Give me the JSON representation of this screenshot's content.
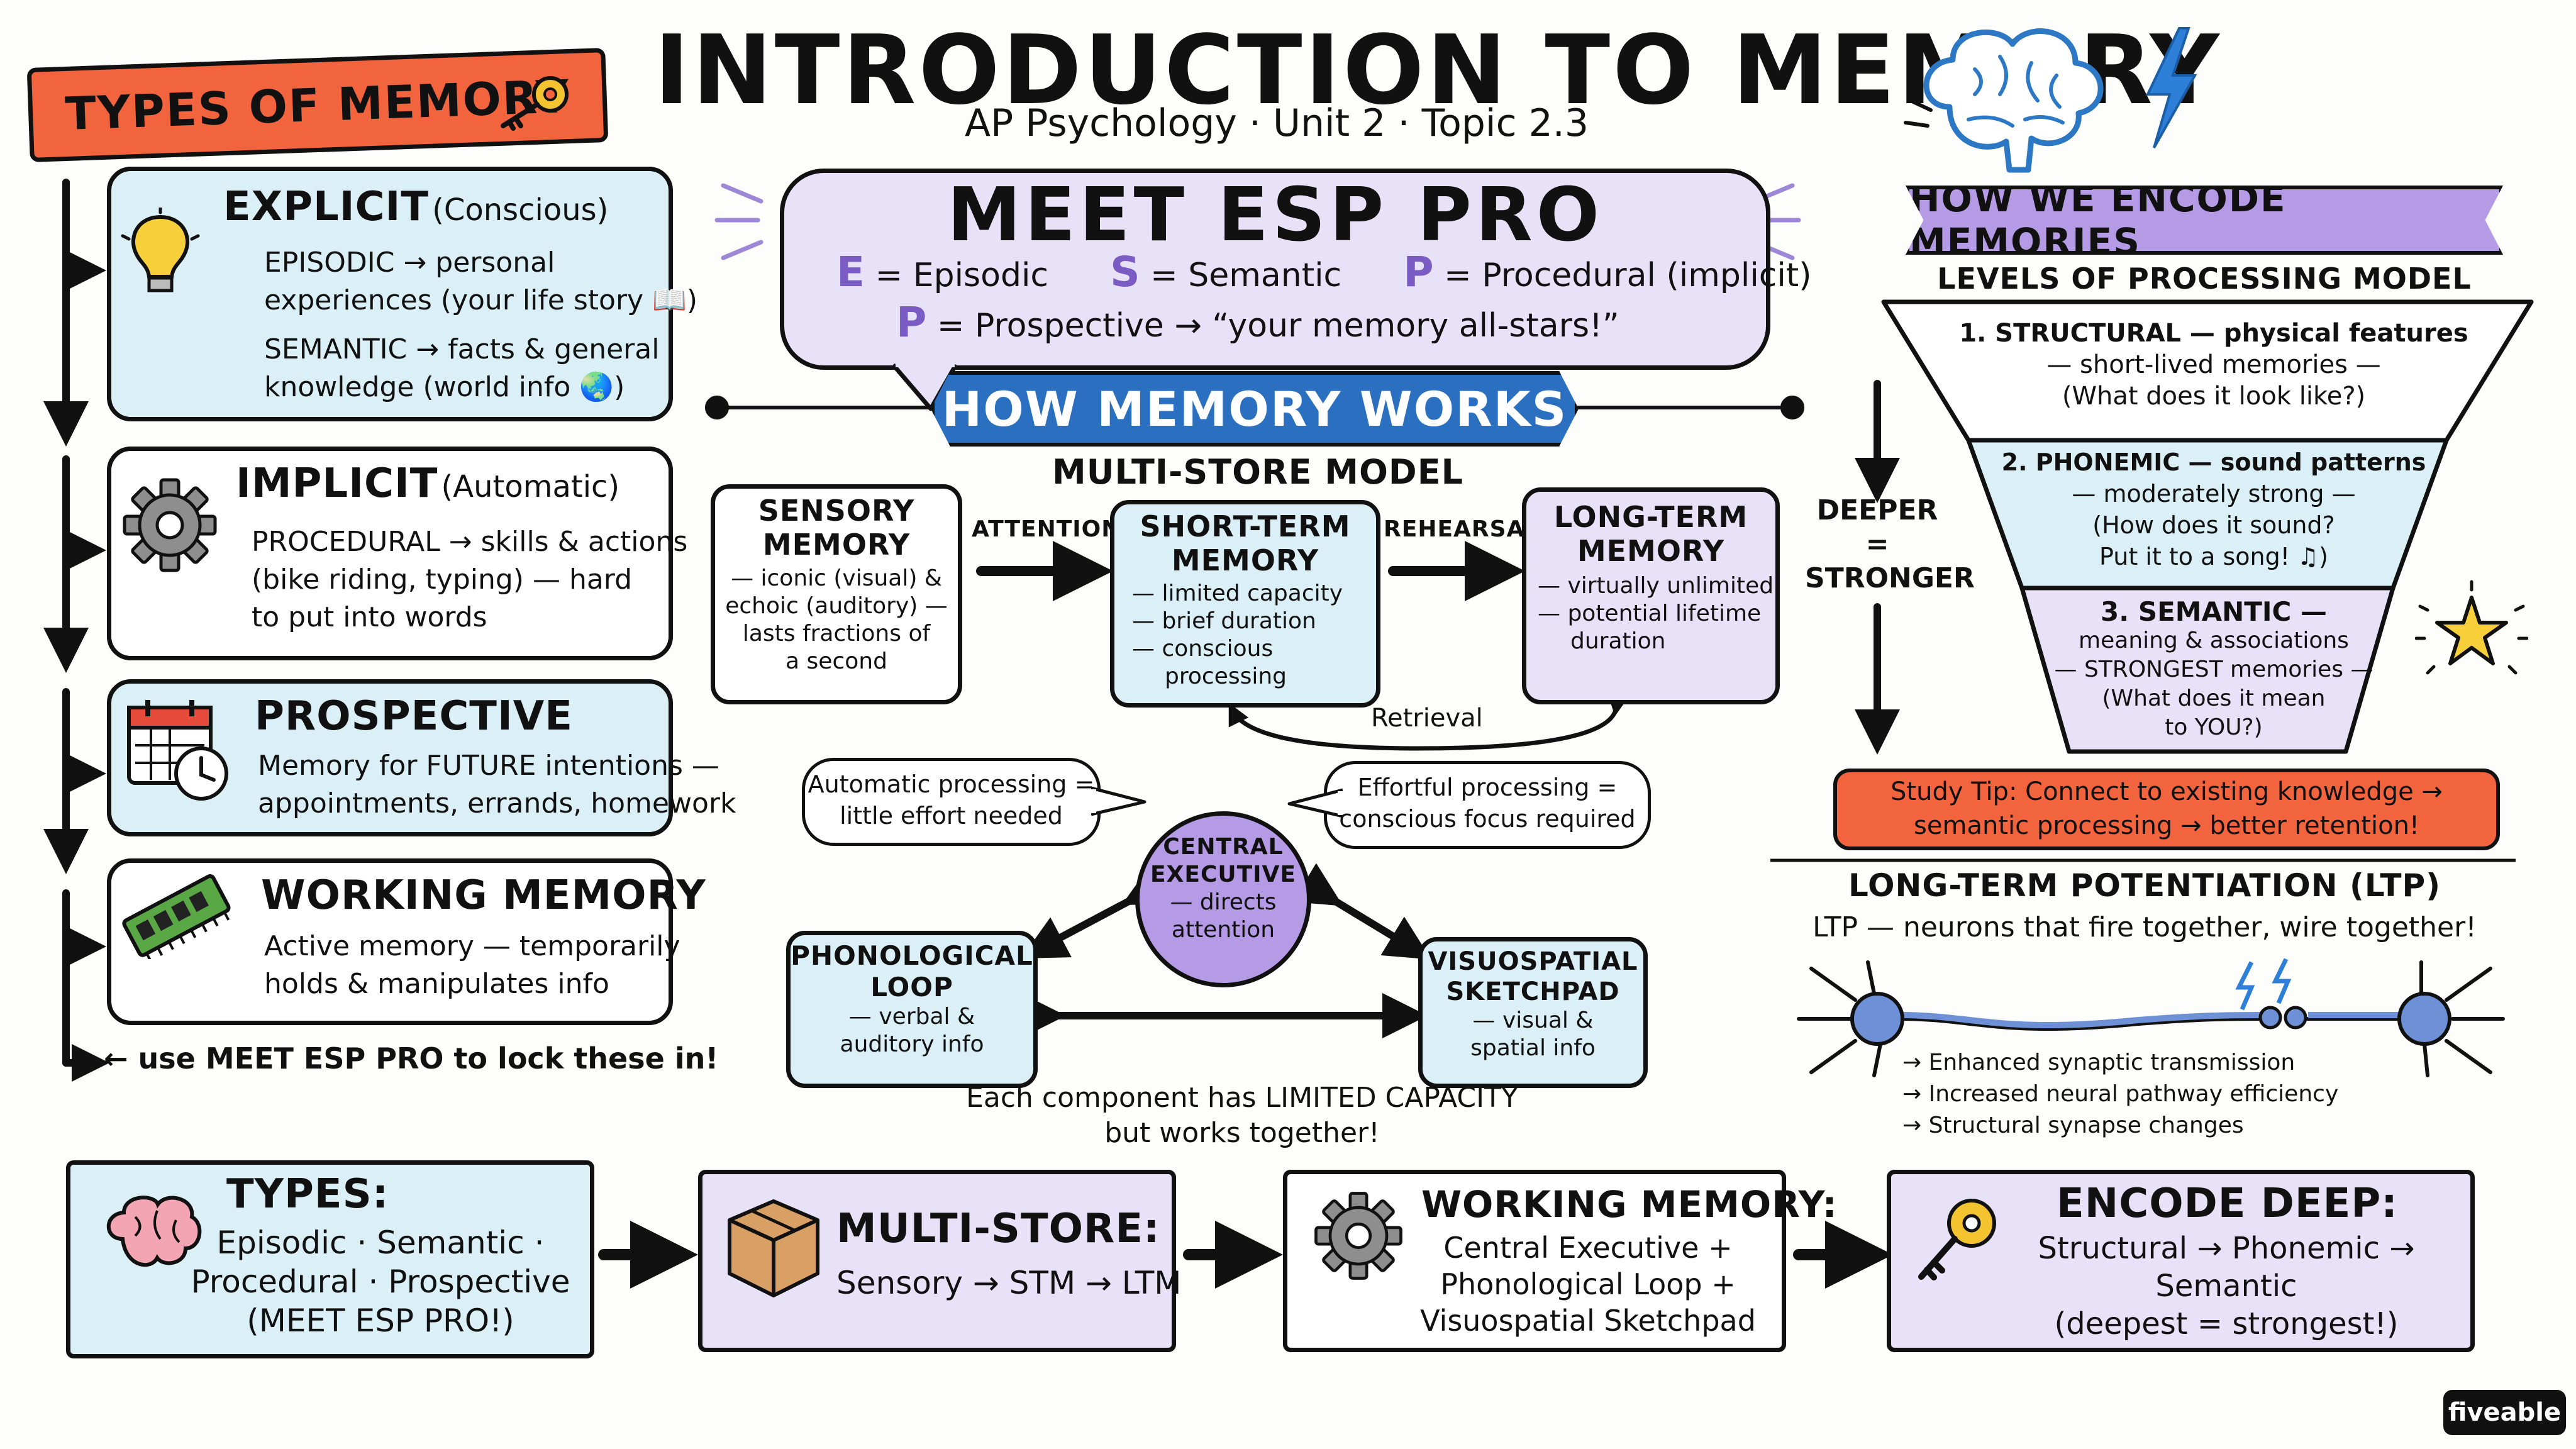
{
  "header": {
    "title": "INTRODUCTION TO MEMORY",
    "subtitle": "AP Psychology · Unit 2 · Topic 2.3"
  },
  "types_banner": "TYPES OF MEMORY",
  "types": [
    {
      "title": "EXPLICIT",
      "qualifier": "(Conscious)",
      "lines": [
        "EPISODIC → personal",
        "experiences (your life story 📖)",
        "SEMANTIC → facts & general",
        "knowledge (world info 🌏)"
      ]
    },
    {
      "title": "IMPLICIT",
      "qualifier": "(Automatic)",
      "lines": [
        "PROCEDURAL → skills & actions",
        "(bike riding, typing) — hard",
        "to put into words"
      ]
    },
    {
      "title": "PROSPECTIVE",
      "lines": [
        "Memory for FUTURE intentions —",
        "appointments, errands, homework"
      ]
    },
    {
      "title": "WORKING MEMORY",
      "lines": [
        "Active memory — temporarily",
        "holds & manipulates info"
      ]
    }
  ],
  "types_footer": "← use MEET ESP PRO to lock these in!",
  "esp": {
    "title": "MEET ESP PRO",
    "line1": [
      {
        "letter": "E",
        "text": "= Episodic"
      },
      {
        "letter": "S",
        "text": "= Semantic"
      },
      {
        "letter": "P",
        "text": "= Procedural (implicit)"
      }
    ],
    "line2": {
      "letter": "P",
      "text": "= Prospective  →  “your memory all-stars!”"
    }
  },
  "how_banner": "HOW MEMORY WORKS",
  "msm": {
    "title": "MULTI-STORE MODEL",
    "sensory": {
      "title": [
        "SENSORY",
        "MEMORY"
      ],
      "lines": [
        "— iconic (visual) &",
        "echoic (auditory) —",
        "lasts fractions of",
        "a second"
      ]
    },
    "stm": {
      "title": [
        "SHORT-TERM",
        "MEMORY"
      ],
      "lines": [
        "— limited capacity",
        "— brief duration",
        "— conscious",
        "processing"
      ]
    },
    "ltm": {
      "title": [
        "LONG-TERM",
        "MEMORY"
      ],
      "lines": [
        "— virtually unlimited",
        "— potential lifetime",
        "duration"
      ]
    },
    "attention": "ATTENTION",
    "rehearsal": "REHEARSAL",
    "retrieval": "Retrieval"
  },
  "wm": {
    "auto": [
      "Automatic processing =",
      "little effort needed"
    ],
    "effort": [
      "Effortful processing =",
      "conscious focus required"
    ],
    "central": [
      "CENTRAL",
      "EXECUTIVE",
      "— directs",
      "attention"
    ],
    "phon": {
      "title": [
        "PHONOLOGICAL",
        "LOOP"
      ],
      "lines": [
        "— verbal &",
        "auditory info"
      ]
    },
    "visuo": {
      "title": [
        "VISUOSPATIAL",
        "SKETCHPAD"
      ],
      "lines": [
        "— visual &",
        "spatial info"
      ]
    },
    "caption": [
      "Each component has LIMITED CAPACITY",
      "but works together!"
    ]
  },
  "encode": {
    "banner": "HOW WE ENCODE MEMORIES",
    "subtitle": "LEVELS OF PROCESSING MODEL",
    "levels": [
      {
        "lines": [
          "1. STRUCTURAL — physical features",
          "— short-lived memories —",
          "(What does it look like?)"
        ]
      },
      {
        "lines": [
          "2. PHONEMIC — sound patterns",
          "— moderately strong —",
          "(How does it sound?",
          "Put it to a song! ♫)"
        ]
      },
      {
        "lines": [
          "3. SEMANTIC —",
          "meaning & associations",
          "— STRONGEST memories —",
          "(What does it mean",
          "to YOU?)"
        ]
      }
    ],
    "deeper": [
      "DEEPER",
      "=",
      "STRONGER"
    ],
    "tip": [
      "Study Tip: Connect to existing knowledge →",
      "semantic processing → better retention!"
    ]
  },
  "ltp": {
    "title": "LONG-TERM POTENTIATION (LTP)",
    "subtitle": "LTP — neurons that fire together, wire together!",
    "bullets": [
      "→ Enhanced synaptic transmission",
      "→ Increased neural pathway efficiency",
      "→ Structural synapse changes"
    ]
  },
  "summary": [
    {
      "title": "TYPES:",
      "lines": [
        "Episodic · Semantic ·",
        "Procedural · Prospective",
        "(MEET ESP PRO!)"
      ]
    },
    {
      "title": "MULTI-STORE:",
      "lines": [
        "Sensory → STM → LTM"
      ]
    },
    {
      "title": "WORKING MEMORY:",
      "lines": [
        "Central Executive +",
        "Phonological Loop +",
        "Visuospatial Sketchpad"
      ]
    },
    {
      "title": "ENCODE DEEP:",
      "lines": [
        "Structural → Phonemic →",
        "Semantic",
        "(deepest = strongest!)"
      ]
    }
  ],
  "brand": "fiveable",
  "colors": {
    "banner_orange": "#f2643e",
    "blue_fill": "#dbeff6",
    "purple_fill": "#e7e2f7",
    "banner_blue": "#2a6fc0",
    "banner_purple": "#b59ae6",
    "letter_purple": "#7b5cc4",
    "lightning": "#2e7fd8"
  }
}
